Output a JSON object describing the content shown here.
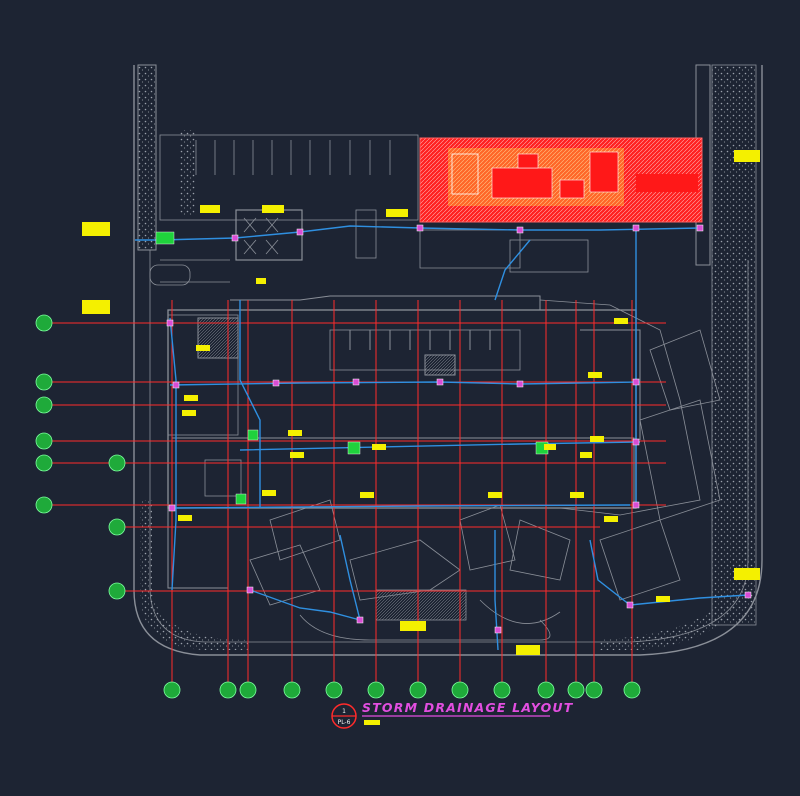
{
  "drawing": {
    "title": "STORM DRAINAGE LAYOUT",
    "ref_number": "1",
    "ref_sheet": "PL-6"
  },
  "colors": {
    "background": "#1d2433",
    "outline": "#8a8f98",
    "gridline": "#ff2b2b",
    "pipe": "#2f8fe0",
    "bubble": "#1faa3a",
    "tag": "#f4f000",
    "title": "#e24ee0",
    "hatch": "#ff1a1a"
  },
  "grid": {
    "rows": [
      "",
      "",
      "",
      "",
      "",
      "",
      "",
      "",
      "",
      ""
    ],
    "columns": [
      "",
      "",
      "",
      "",
      "",
      "",
      "",
      "",
      "",
      "",
      "",
      "",
      "",
      ""
    ]
  }
}
